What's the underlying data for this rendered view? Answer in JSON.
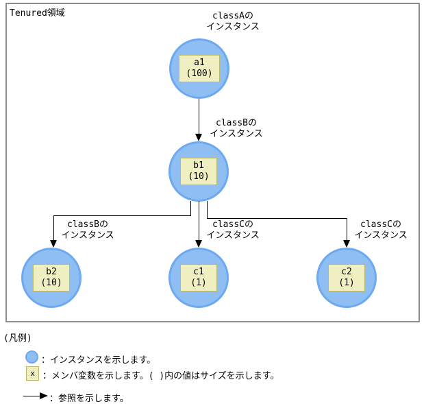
{
  "region": {
    "title": "Tenured領域"
  },
  "nodes": [
    {
      "name": "a1",
      "size": "(100)"
    },
    {
      "name": "b1",
      "size": "(10)"
    },
    {
      "name": "b2",
      "size": "(10)"
    },
    {
      "name": "c1",
      "size": "(1)"
    },
    {
      "name": "c2",
      "size": "(1)"
    }
  ],
  "labels": [
    {
      "line1": "classAの",
      "line2": "インスタンス"
    },
    {
      "line1": "classBの",
      "line2": "インスタンス"
    },
    {
      "line1": "classBの",
      "line2": "インスタンス"
    },
    {
      "line1": "classCの",
      "line2": "インスタンス"
    },
    {
      "line1": "classCの",
      "line2": "インスタンス"
    }
  ],
  "legend": {
    "title": "(凡例)",
    "items": [
      {
        "icon": "instance-circle-icon",
        "text": "：インスタンスを示します。"
      },
      {
        "icon": "member-variable-box-icon",
        "icon_label": "x",
        "text": "：メンバ変数を示します。( )内の値はサイズを示します。"
      },
      {
        "icon": "reference-arrow-icon",
        "text": "：参照を示します。"
      }
    ]
  },
  "colors": {
    "instance_fill": "#8FBEF2",
    "instance_border": "#6CA9F0",
    "member_box_fill": "#EFEFC2",
    "member_box_border": "#BCBA6A",
    "frame_border": "#8C8C8C",
    "arrow": "#000000"
  }
}
